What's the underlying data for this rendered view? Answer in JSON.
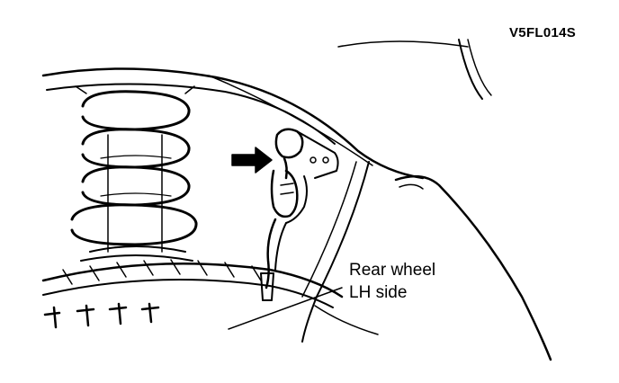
{
  "figure": {
    "reference_code": "V5FL014S",
    "callout_lines": [
      "Rear wheel",
      "LH side"
    ]
  },
  "colors": {
    "ink": "#000000",
    "paper": "#ffffff"
  },
  "icons": {
    "pointer": "arrow-right-icon"
  }
}
